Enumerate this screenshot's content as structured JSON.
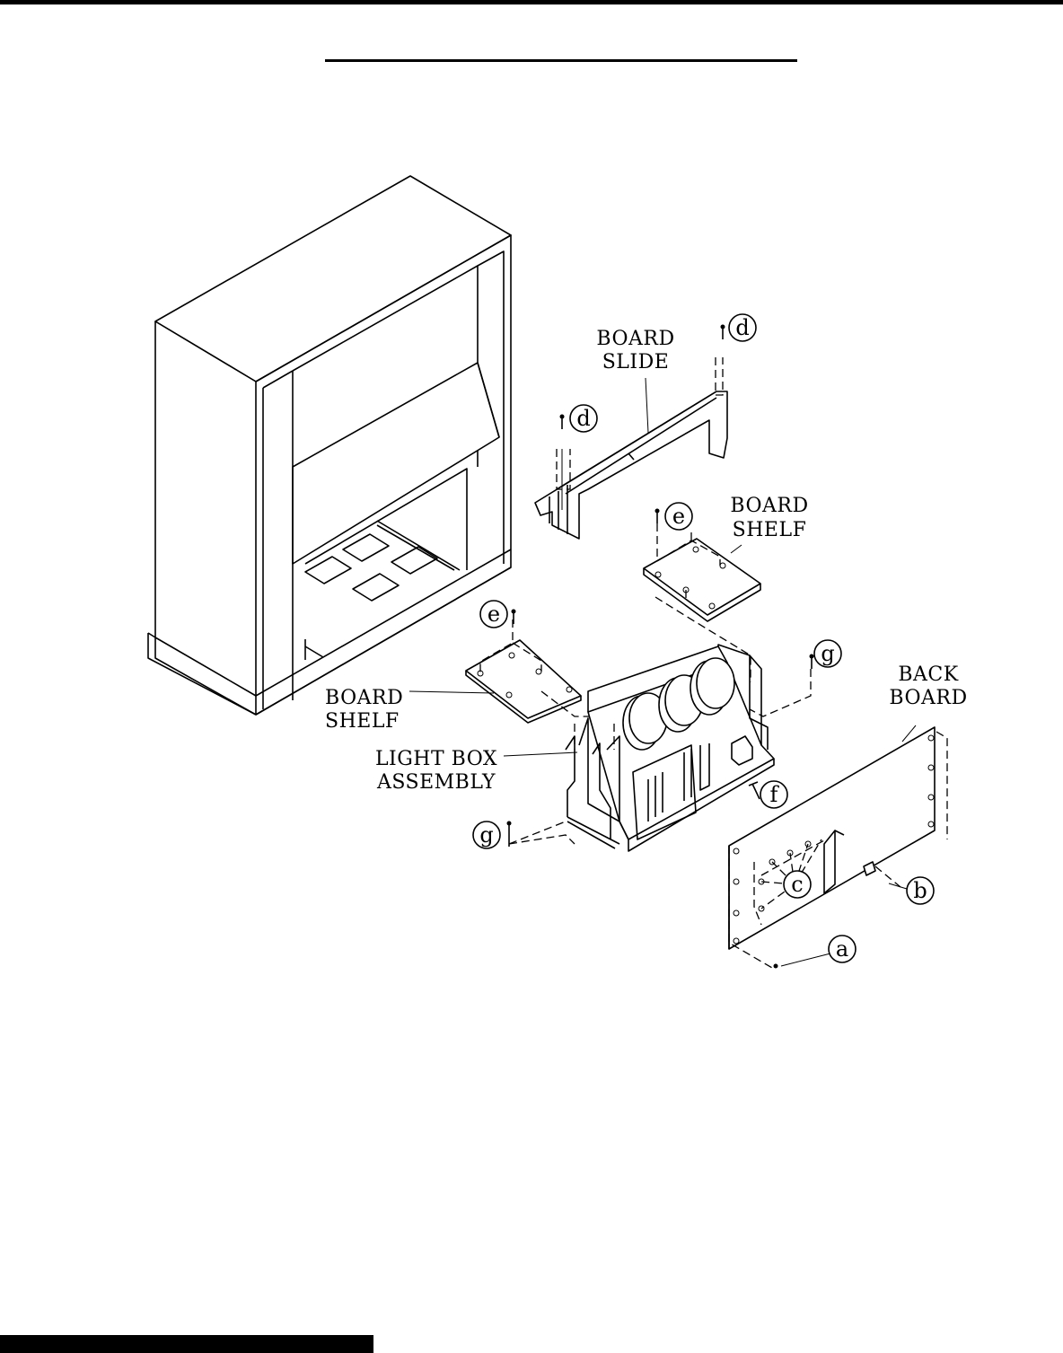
{
  "labels": {
    "board_slide": [
      "BOARD",
      "SLIDE"
    ],
    "board_shelf_right": [
      "BOARD",
      "SHELF"
    ],
    "board_shelf_left": [
      "BOARD",
      "SHELF"
    ],
    "light_box": [
      "LIGHT BOX",
      "ASSEMBLY"
    ],
    "back_board": [
      "BACK",
      "BOARD"
    ]
  },
  "callouts": {
    "a": "a",
    "b": "b",
    "c": "c",
    "d1": "d",
    "d2": "d",
    "e1": "e",
    "e2": "e",
    "f": "f",
    "g1": "g",
    "g2": "g"
  }
}
